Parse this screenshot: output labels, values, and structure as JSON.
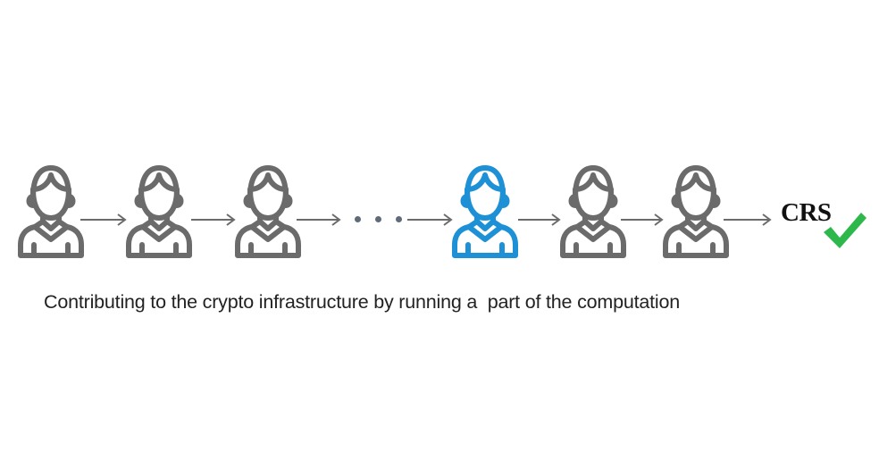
{
  "diagram": {
    "type": "chain",
    "participants": [
      {
        "id": "p1",
        "highlighted": false
      },
      {
        "id": "p2",
        "highlighted": false
      },
      {
        "id": "p3",
        "highlighted": false
      },
      {
        "id": "p4",
        "highlighted": true
      },
      {
        "id": "p5",
        "highlighted": false
      },
      {
        "id": "p6",
        "highlighted": false
      }
    ],
    "ellipsis": "• • •",
    "result_label": "CRS",
    "result_status": "check-icon",
    "caption": "Contributing to the crypto infrastructure by running a  part of the computation"
  },
  "colors": {
    "person_default": "#6b6b6b",
    "person_highlight": "#1e90d6",
    "arrow": "#6b6b6b",
    "dots": "#5f6b78",
    "check": "#2eb84c",
    "text": "#222222"
  }
}
